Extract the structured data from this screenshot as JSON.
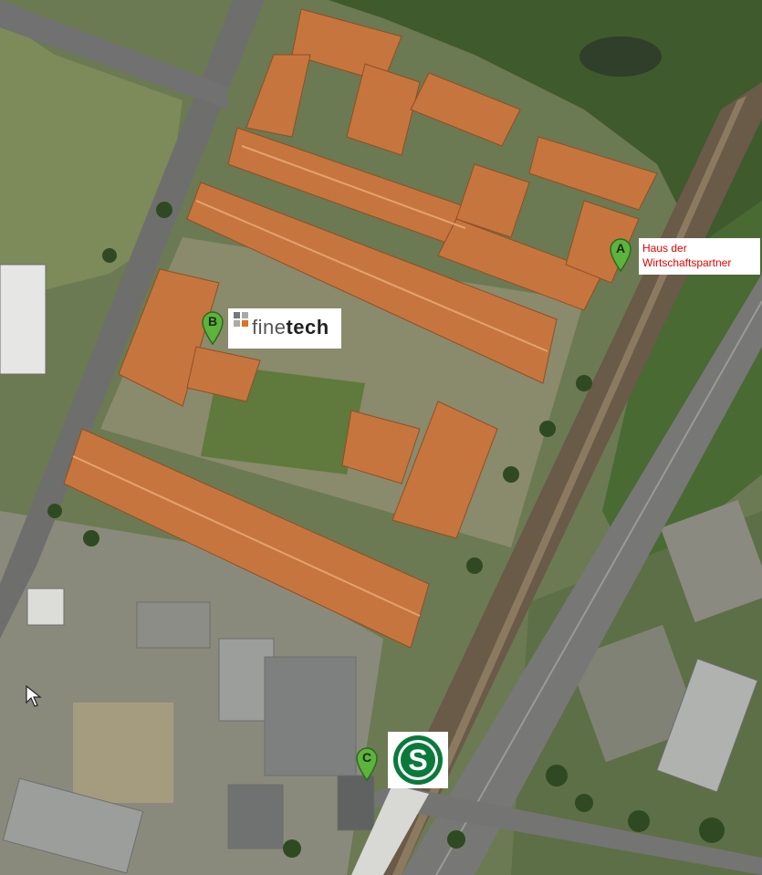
{
  "markers": [
    {
      "id": "A",
      "letter": "A",
      "color": "#5db33d"
    },
    {
      "id": "B",
      "letter": "B",
      "color": "#5db33d"
    },
    {
      "id": "C",
      "letter": "C",
      "color": "#5db33d"
    }
  ],
  "labels": {
    "haus_line1": "Haus der",
    "haus_line2": "Wirtschaftspartner",
    "finetech_prefix": "fine",
    "finetech_suffix": "tech",
    "sbahn_letter": "S"
  },
  "colors": {
    "marker_green": "#5db33d",
    "label_red": "#e60000",
    "sbahn_green": "#0a7a3c",
    "roof": "#c7753e"
  }
}
